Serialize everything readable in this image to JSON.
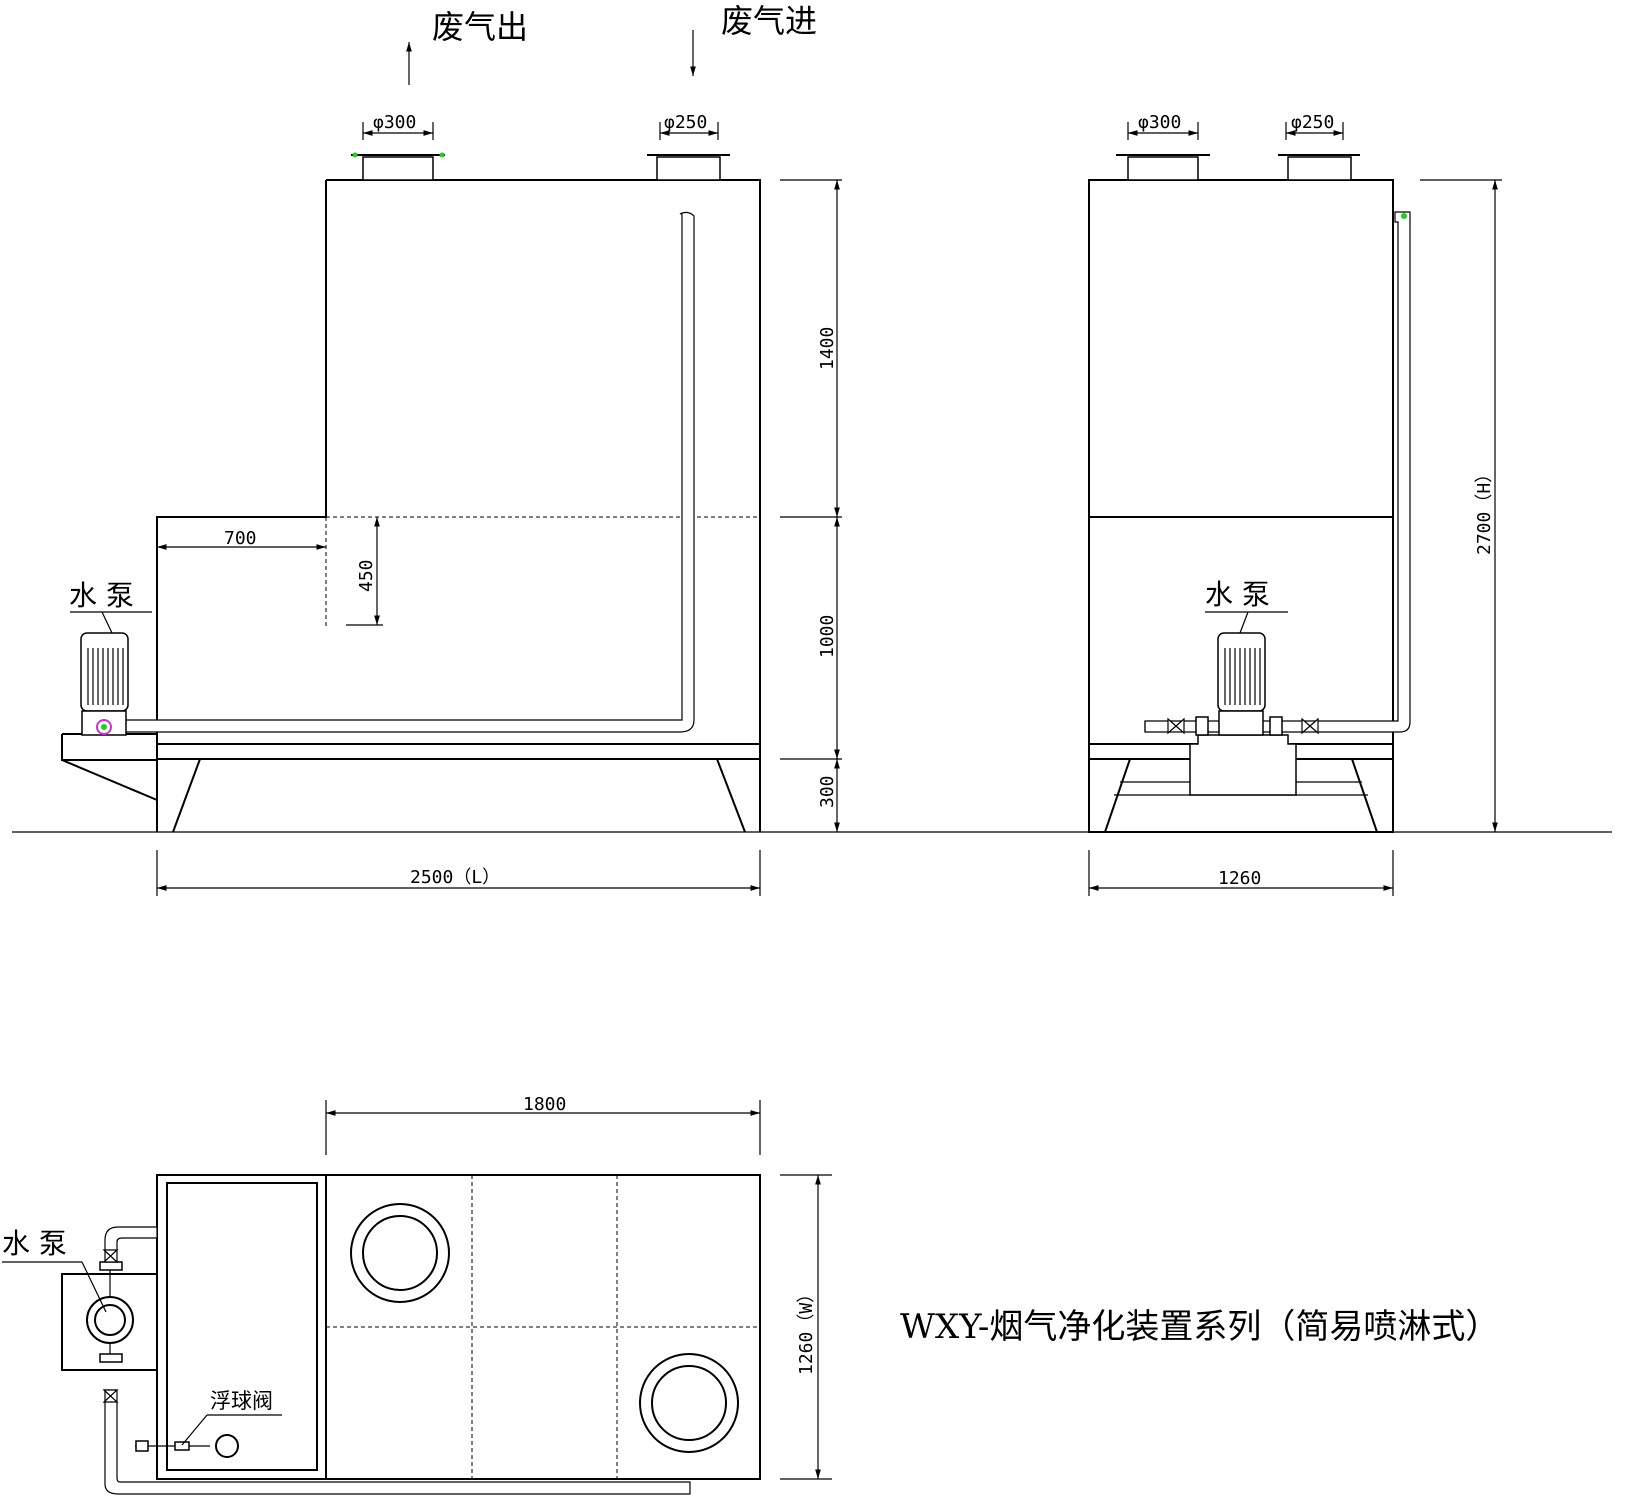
{
  "labels": {
    "gas_out": "废气出",
    "gas_in": "废气进",
    "pump": "水 泵",
    "float_valve": "浮球阀",
    "title": "WXY-烟气净化装置系列（简易喷淋式）"
  },
  "dimensions": {
    "d300": "φ300",
    "d250": "φ250",
    "d1400": "1400",
    "d1000": "1000",
    "d300h": "300",
    "d700": "700",
    "d450": "450",
    "length": "2500（L）",
    "width_side": "1260",
    "height": "2700（H）",
    "d1800": "1800",
    "width_plan": "1260（W）"
  },
  "colors": {
    "line": "#000000",
    "marker_green": "#22cc22",
    "marker_magenta": "#cc33cc"
  }
}
